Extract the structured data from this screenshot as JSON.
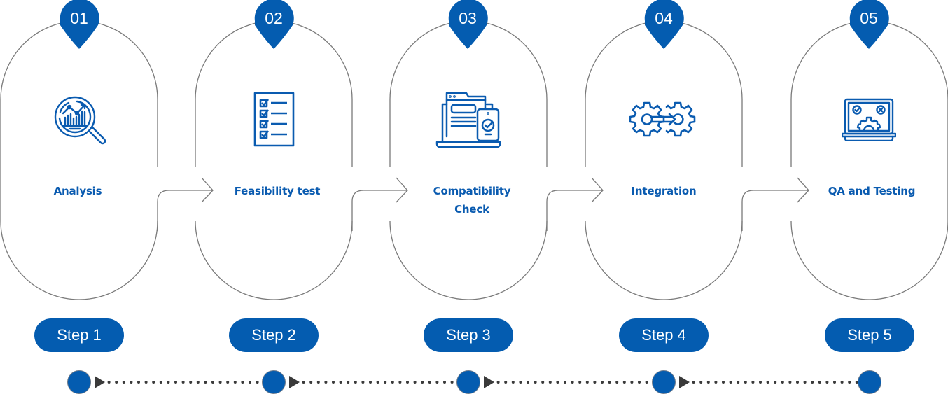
{
  "diagram": {
    "accent_color": "#045CB0",
    "outline_color": "#7a7a7a",
    "timeline_color": "#3a3a3a",
    "steps": [
      {
        "number": "01",
        "title": "Analysis",
        "step_label": "Step 1",
        "icon": "analysis-magnifier-chart-icon"
      },
      {
        "number": "02",
        "title": "Feasibility test",
        "step_label": "Step 2",
        "icon": "checklist-icon"
      },
      {
        "number": "03",
        "title": "Compatibility Check",
        "title_lines": [
          "Compatibility",
          "Check"
        ],
        "step_label": "Step 3",
        "icon": "devices-compatibility-icon"
      },
      {
        "number": "04",
        "title": "Integration",
        "step_label": "Step 4",
        "icon": "gears-integration-icon"
      },
      {
        "number": "05",
        "title": "QA and Testing",
        "step_label": "Step 5",
        "icon": "laptop-qa-testing-icon"
      }
    ]
  }
}
